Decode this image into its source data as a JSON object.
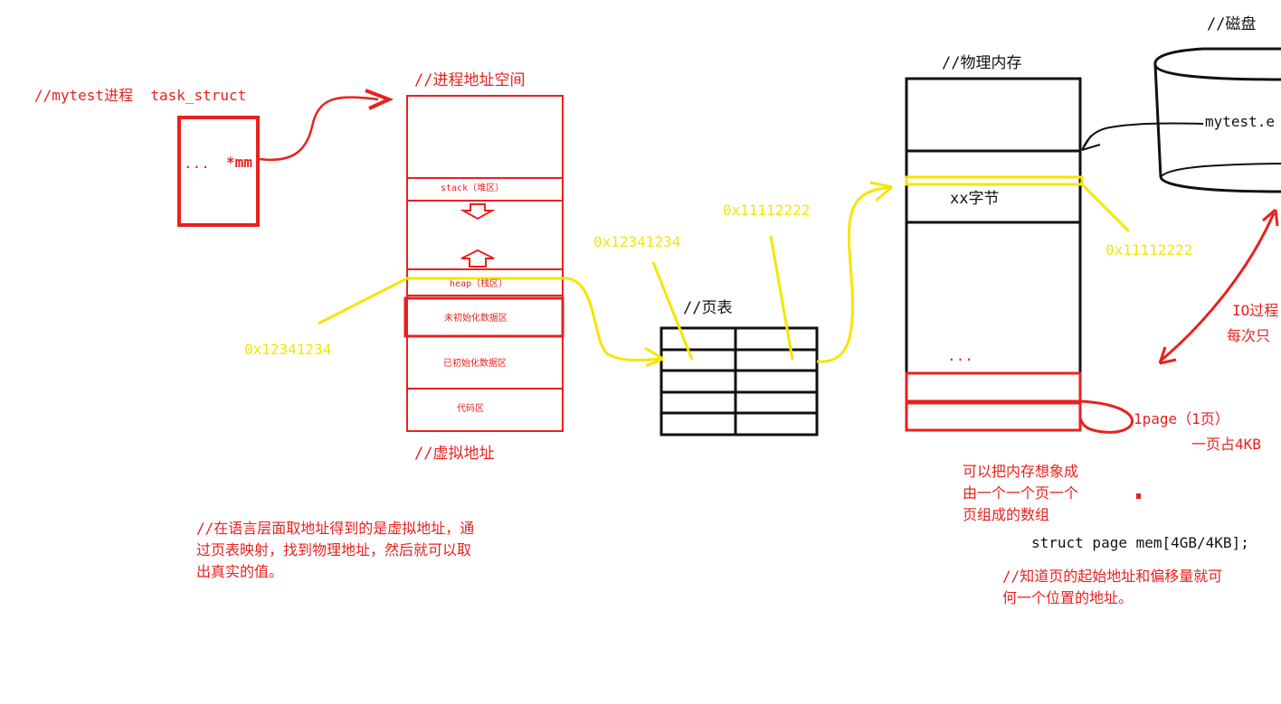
{
  "task": {
    "label": "//mytest进程  task_struct",
    "dots": "...",
    "mm": "*mm"
  },
  "vas": {
    "title": "//进程地址空间",
    "stack": "stack（堆区）",
    "heap": "heap（栈区）",
    "bss": "未初始化数据区",
    "data": "已初始化数据区",
    "code": "代码区",
    "footer": "//虚拟地址"
  },
  "page_table": {
    "title": "//页表"
  },
  "addresses": {
    "virtual_left": "0x12341234",
    "virtual_top": "0x12341234",
    "physical_top": "0x11112222",
    "physical_right": "0x11112222"
  },
  "physical_memory": {
    "title": "//物理内存",
    "bytes": "xx字节",
    "dots": "..."
  },
  "disk": {
    "title": "//磁盘",
    "file": "mytest.e",
    "io_line1": "IO过程",
    "io_line2": "每次只"
  },
  "page_note": {
    "page": "1page（1页）",
    "size": "一页占4KB"
  },
  "notes": {
    "memory_array": "可以把内存想象成\n由一个一个页一个\n页组成的数组",
    "struct": "struct page mem[4GB/4KB];",
    "offset": "//知道页的起始地址和偏移量就可\n何一个位置的地址。",
    "virtual_note": "//在语言层面取地址得到的是虚拟地址，通\n过页表映射，找到物理地址，然后就可以取\n出真实的值。"
  },
  "colors": {
    "red": "#e8211f",
    "black": "#111111",
    "yellow": "#f5e600"
  }
}
